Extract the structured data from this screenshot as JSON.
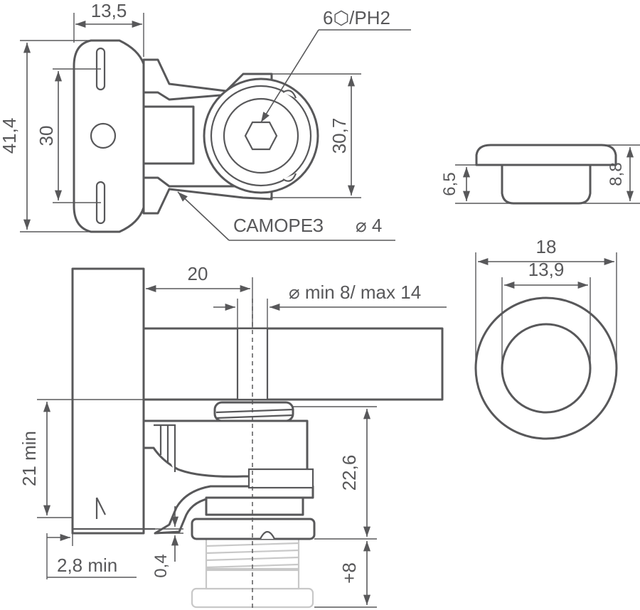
{
  "labels": {
    "top_width": "13,5",
    "head_tool": "6⬡/PH2",
    "overall_height": "41,4",
    "hole_spacing": "30",
    "cam_diameter": "30,7",
    "screw": "САМОРЕЗ",
    "screw_diameter": "⌀ 4",
    "cap_depth": "6,5",
    "cap_height": "8,8",
    "cap_outer": "18",
    "cap_inner": "13,9",
    "offset_20": "20",
    "bolt_range": "⌀ min 8/ max 14",
    "min_21": "21 min",
    "height_226": "22,6",
    "min_28": "2,8 min",
    "gap_04": "0,4",
    "plus_8": "+8"
  }
}
